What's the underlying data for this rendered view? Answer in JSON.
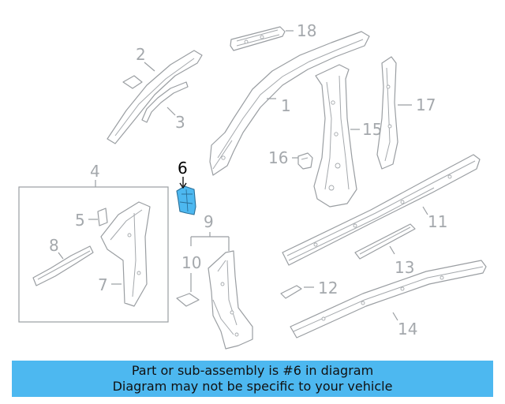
{
  "callouts": {
    "c1": "1",
    "c2": "2",
    "c3": "3",
    "c4": "4",
    "c5": "5",
    "c6": "6",
    "c7": "7",
    "c8": "8",
    "c9": "9",
    "c10": "10",
    "c11": "11",
    "c12": "12",
    "c13": "13",
    "c14": "14",
    "c15": "15",
    "c16": "16",
    "c17": "17",
    "c18": "18"
  },
  "highlight": {
    "part": "6",
    "color": "#4db8f0"
  },
  "banner": {
    "line1": "Part or sub-assembly is #6 in diagram",
    "line2": "Diagram may not be specific to your vehicle"
  }
}
